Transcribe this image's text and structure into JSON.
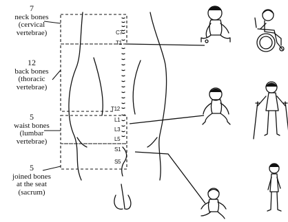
{
  "regions": [
    {
      "count": "7",
      "lines": [
        "neck bones",
        "(cervical",
        "vertebrae)"
      ]
    },
    {
      "count": "12",
      "lines": [
        "back bones",
        "(thoracic",
        "vertebrae)"
      ]
    },
    {
      "count": "5",
      "lines": [
        "waist bones",
        "(lumbar",
        "vertebrae)"
      ]
    },
    {
      "count": "5",
      "lines": [
        "joined bones",
        "at the seat",
        "(sacrum)"
      ]
    }
  ],
  "vertebra_labels": {
    "c7": "C7",
    "t1": "T1",
    "t12": "T12",
    "l1": "L1",
    "l3": "L3",
    "l5": "L5",
    "s1": "S1",
    "s5": "S5"
  },
  "figures": [
    "child-sitting-in-wheelchair",
    "child-standing-with-crutches",
    "child-walking-without-aids"
  ],
  "colors": {
    "ink": "#111111",
    "background": "#ffffff"
  }
}
